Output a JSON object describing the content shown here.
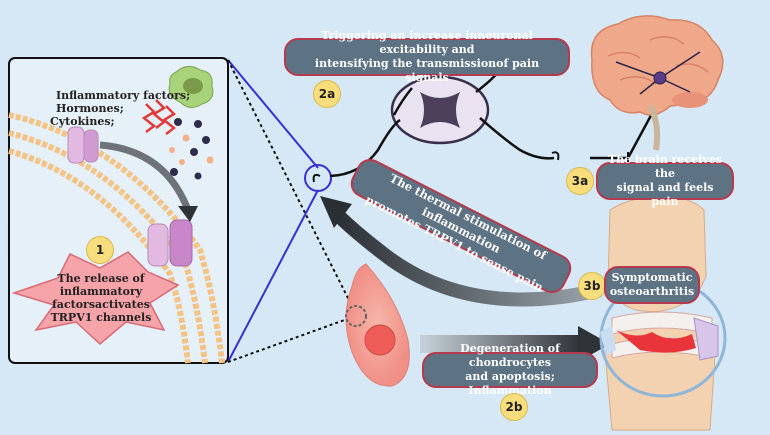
{
  "labels": {
    "factors": [
      "Inflammatory factors;",
      "Hormones;",
      "Cytokines;"
    ],
    "step1_marker": "1",
    "step1_text": [
      "The release of",
      "inflammatory",
      "factorsactivates",
      "TRPV1 channels"
    ],
    "step2a_marker": "2a",
    "step2a_text": [
      "Triggering an increase inneuronal excitability and",
      "intensifying the transmissionof pain signals"
    ],
    "step3a_marker": "3a",
    "step3a_text": [
      "The brain receives the",
      "signal and feels pain"
    ],
    "arrow_text": [
      "The thermal stimulation of inflammation",
      "promotes TRPV1 to sense pain"
    ],
    "step3b_marker": "3b",
    "step3b_text": [
      "Symptomatic",
      "osteoarthritis"
    ],
    "step2b_marker": "2b",
    "step2b_text": [
      "Degeneration of chondrocytes",
      "and apoptosis; Inflammation"
    ]
  },
  "colors": {
    "background": "#d6e8f5",
    "pill_fill": "#5d7384",
    "pill_border": "#b53a4e",
    "marker_fill": "#f7dd7c",
    "star_fill": "#f6a4a9",
    "pointer_line": "#3a2fd0"
  }
}
